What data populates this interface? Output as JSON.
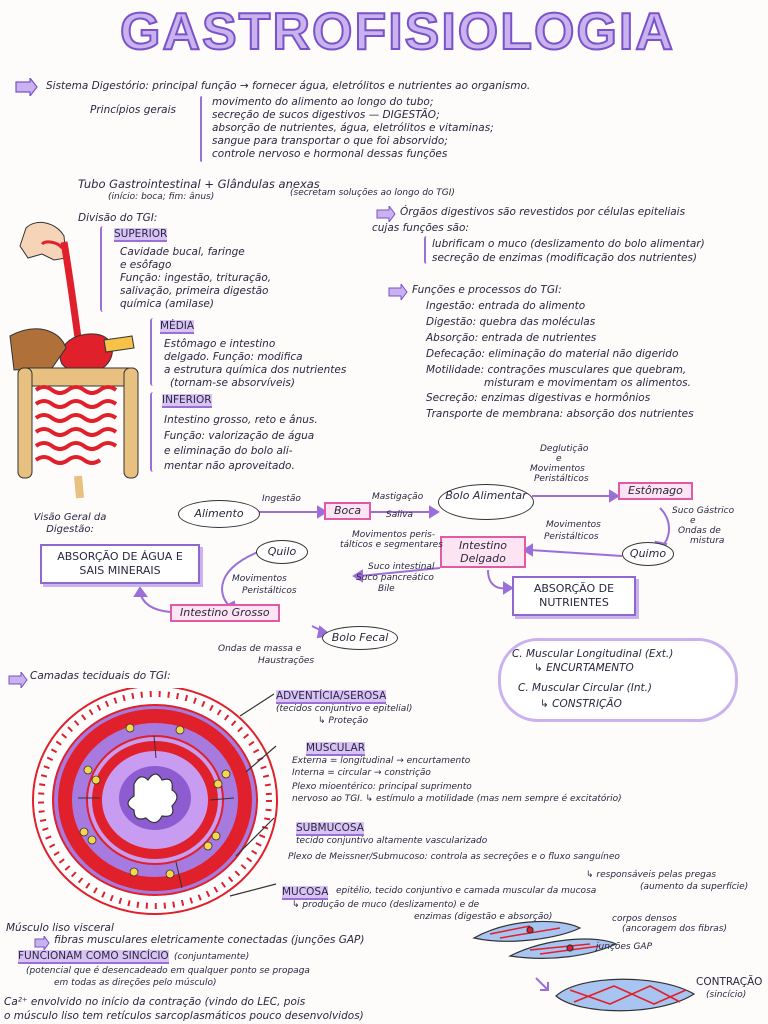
{
  "title": "GASTROFISIOLOGIA",
  "intro": {
    "line1": "Sistema Digestório: principal função → fornecer água, eletrólitos e nutrientes ao organismo.",
    "principios_label": "Princípios gerais",
    "principios": [
      "movimento do alimento ao longo do tubo;",
      "secreção de sucos digestivos — DIGESTÃO;",
      "absorção de nutrientes, água, eletrólitos e vitaminas;",
      "sangue para transportar o que foi absorvido;",
      "controle nervoso e hormonal dessas funções"
    ],
    "tubo": "Tubo Gastrointestinal + Glândulas anexas",
    "tubo_sub1": "(início: boca; fim: ânus)",
    "tubo_sub2": "(secretam soluções ao longo do TGI)"
  },
  "divisao": {
    "label": "Divisão do TGI:",
    "superior": {
      "title": "SUPERIOR",
      "lines": [
        "Cavidade bucal, faringe",
        "e esôfago",
        "Função: ingestão, trituração,",
        "salivação, primeira digestão",
        "química (amilase)"
      ]
    },
    "media": {
      "title": "MÉDIA",
      "lines": [
        "Estômago e intestino",
        "delgado. Função: modifica",
        "a estrutura química dos nutrientes",
        "(tornam-se absorvíveis)"
      ]
    },
    "inferior": {
      "title": "INFERIOR",
      "lines": [
        "Intestino grosso, reto e ânus.",
        "Função: valorização de água",
        "e eliminação do bolo ali-",
        "mentar não aproveitado."
      ]
    }
  },
  "orgaos": {
    "line1": "Órgãos digestivos são revestidos por células epiteliais",
    "line2": "cujas funções são:",
    "funcs": [
      "lubrificam o muco (deslizamento do bolo alimentar)",
      "secreção de enzimas (modificação dos nutrientes)"
    ]
  },
  "processos": {
    "label": "Funções e processos do TGI:",
    "items": [
      "Ingestão: entrada do alimento",
      "Digestão: quebra das moléculas",
      "Absorção: entrada de nutrientes",
      "Defecação: eliminação do material não digerido",
      "Motilidade: contrações musculares que quebram,",
      "misturam e movimentam os alimentos.",
      "Secreção: enzimas digestivas e hormônios",
      "Transporte de membrana: absorção dos nutrientes"
    ]
  },
  "visao": {
    "label": "Visão Geral da Digestão:",
    "alimento": "Alimento",
    "ingestao": "Ingestão",
    "boca": "Boca",
    "mastigacao": "Mastigação",
    "saliva": "Saliva",
    "bolo": "Bolo Alimentar",
    "deglutic": [
      "Deglutição",
      "e",
      "Movimentos",
      "Peristálticos"
    ],
    "estomago": "Estômago",
    "suco_gastrico": [
      "Suco Gástrico",
      "e",
      "Ondas de",
      "mistura"
    ],
    "quimo": "Quimo",
    "mov_perist": [
      "Movimentos",
      "Peristálticos"
    ],
    "intestino_delgado": "Intestino Delgado",
    "mov_perista": [
      "Movimentos peris-",
      "tálticos e segmentares"
    ],
    "sucos": [
      "Suco intestinal",
      "Suco pancreático",
      "Bile"
    ],
    "absorcao_nutrientes": "ABSORÇÃO DE NUTRIENTES",
    "quilo": "Quilo",
    "absorcao_agua": "ABSORÇÃO DE ÁGUA E SAIS MINERAIS",
    "mov_perist2": [
      "Movimentos",
      "Peristálticos"
    ],
    "intestino_grosso": "Intestino Grosso",
    "bolo_fecal": "Bolo Fecal",
    "ondas": [
      "Ondas de massa e",
      "Haustrações"
    ]
  },
  "camadas": {
    "label": "Camadas teciduais do TGI:",
    "adventicia": "ADVENTÍCIA/SEROSA",
    "adv_lines": [
      "(tecidos conjuntivo e epitelial)",
      "↳ Proteção"
    ],
    "muscular": "MUSCULAR",
    "musc_lines": [
      "Externa = longitudinal → encurtamento",
      "Interna = circular → constrição",
      "Plexo mioentérico: principal suprimento",
      "nervoso ao TGI. ↳ estímulo a motilidade (mas nem sempre é excitatório)"
    ],
    "submucosa": "SUBMUCOSA",
    "sub_lines": [
      "tecido conjuntivo altamente vascularizado",
      "Plexo de Meissner/Submucoso: controla as secreções e o fluxo sanguíneo"
    ],
    "mucosa": "MUCOSA",
    "muc_lines": [
      "epitélio, tecido conjuntivo e camada muscular da mucosa",
      "↳ responsáveis pelas pregas",
      "(aumento da superfície)",
      "↳ produção de muco (deslizamento) e de",
      "enzimas (digestão e absorção)"
    ],
    "box": [
      "C. Muscular Longitudinal (Ext.)",
      "↳ ENCURTAMENTO",
      "C. Muscular Circular (Int.)",
      "↳ CONSTRIÇÃO"
    ]
  },
  "musculo": {
    "l1": "Músculo liso visceral",
    "l2": "fibras musculares eletricamente conectadas (junções GAP)",
    "l3": "FUNCIONAM COMO SINCÍCIO",
    "l3b": "(conjuntamente)",
    "l4": "(potencial que é desencadeado em qualquer ponto se propaga",
    "l5": "em todas as direções pelo músculo)",
    "l6": "Ca²⁺ envolvido no início da contração (vindo do LEC, pois",
    "l7": "o músculo liso tem retículos sarcoplasmáticos pouco desenvolvidos)",
    "corpos": [
      "corpos densos",
      "(ancoragem dos fibras)"
    ],
    "gap": "junções GAP",
    "contracao": "CONTRAÇÃO",
    "contracao_sub": "(sincício)"
  },
  "colors": {
    "purple": "#8d68cf",
    "pink": "#e05aa8",
    "red": "#e0202a"
  }
}
